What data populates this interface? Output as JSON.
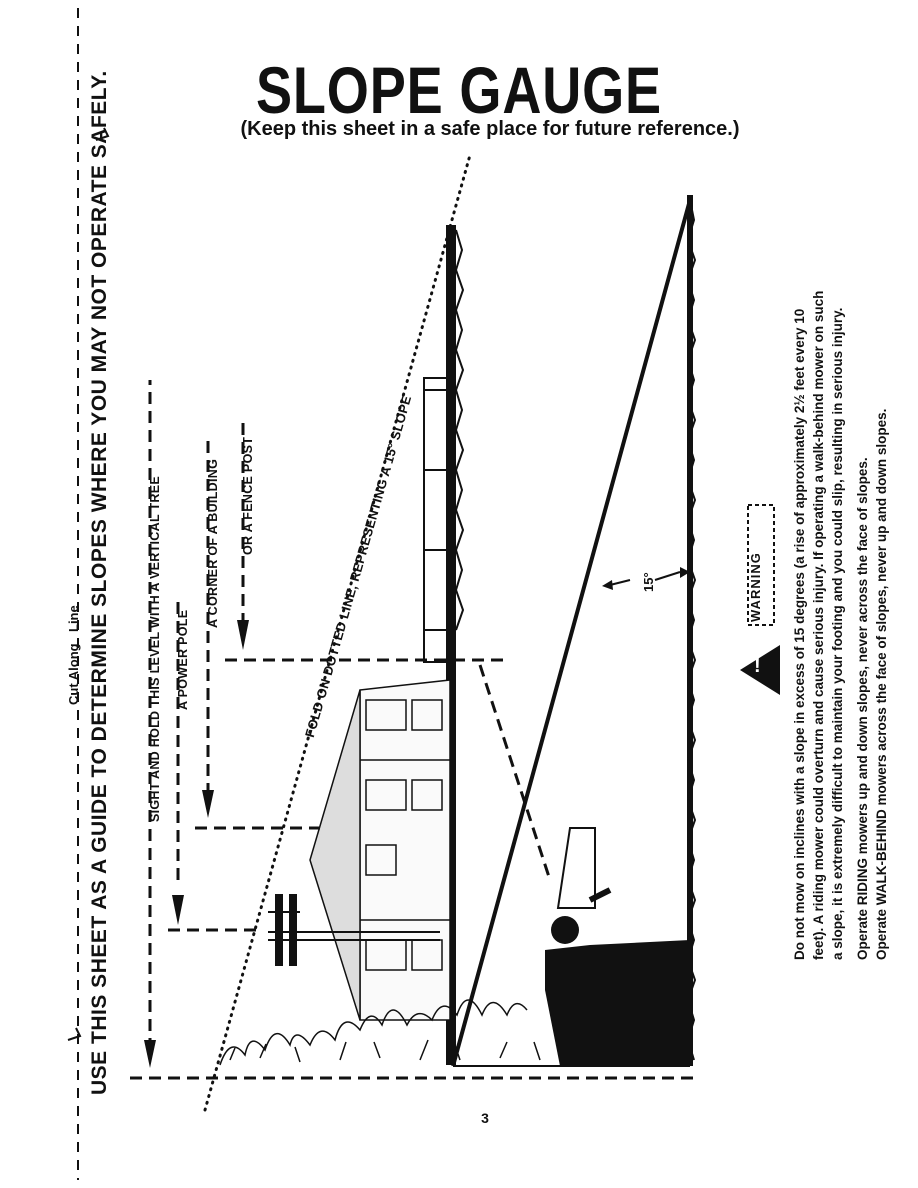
{
  "title": "SLOPE GAUGE",
  "subtitle": "(Keep this sheet in a safe place for future reference.)",
  "guide_line": "USE THIS SHEET AS A GUIDE TO DETERMINE SLOPES WHERE YOU MAY NOT OPERATE SAFELY.",
  "cut_label_1": "Cut Along",
  "cut_label_2": "Line",
  "sight_labels": {
    "tree": "SIGHT AND HOLD THIS LEVEL WITH A VERTICAL TREE",
    "pole": "A POWER POLE",
    "building": "A CORNER OF A BUILDING",
    "fence": "OR A FENCE POST"
  },
  "fold_label": "FOLD ON DOTTED LINE, REPRESENTING A 15° SLOPE",
  "angle_label": "15°",
  "warning": {
    "badge": "WARNING",
    "paragraph1": [
      "Do not mow on inclines with a slope in excess of 15 degrees (a rise of approximately 2½ feet every 10",
      "feet). A riding mower could overturn and cause serious injury. If operating a walk-behind mower on such",
      "a slope, it is extremely difficult to maintain your footing and you could slip, resulting in serious injury."
    ],
    "paragraph2": [
      "Operate RIDING mowers up and down slopes, never across the face of slopes.",
      "Operate WALK-BEHIND mowers across the face of slopes, never up and down slopes."
    ],
    "exclamation": "!"
  },
  "page_number": "3",
  "icons": [
    "scissors-icon",
    "warning-triangle-icon",
    "arrow-down-icon"
  ]
}
